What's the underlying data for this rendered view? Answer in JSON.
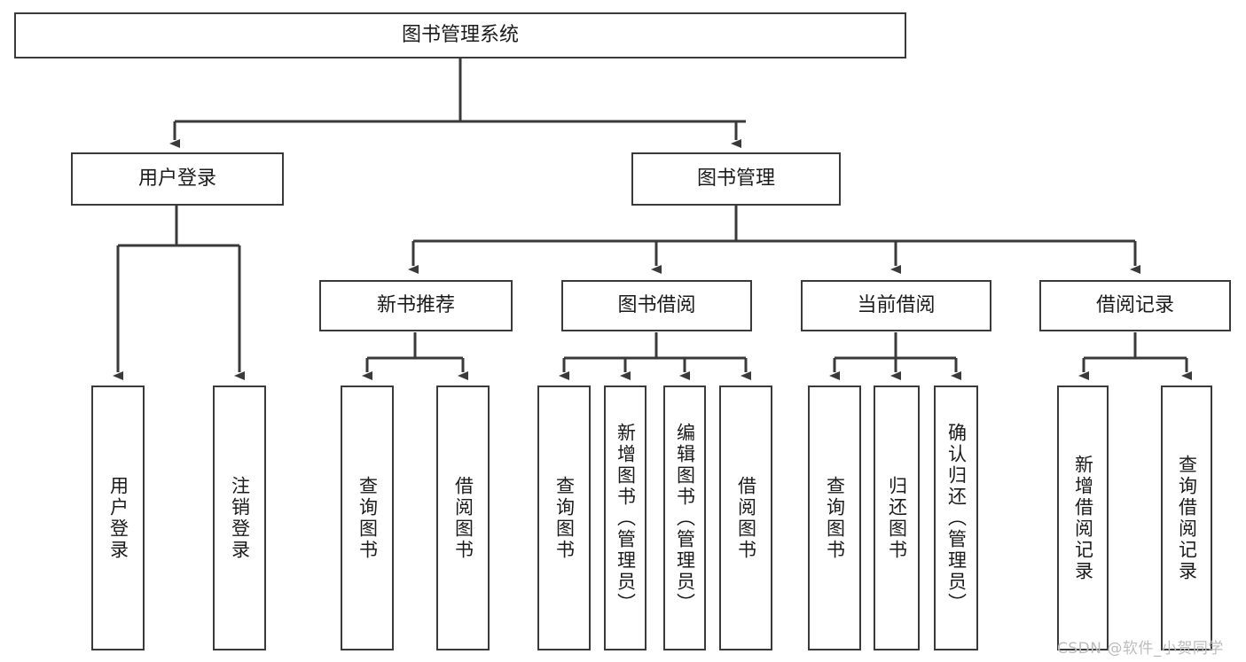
{
  "diagram": {
    "title": "图书管理系统",
    "type": "tree",
    "root": {
      "label": "图书管理系统"
    },
    "level2": [
      {
        "label": "用户登录"
      },
      {
        "label": "图书管理"
      }
    ],
    "level3": [
      {
        "label": "新书推荐"
      },
      {
        "label": "图书借阅"
      },
      {
        "label": "当前借阅"
      },
      {
        "label": "借阅记录"
      }
    ],
    "leaves": {
      "user_login": [
        {
          "label": "用户登录"
        },
        {
          "label": "注销登录"
        }
      ],
      "new_book_recommend": [
        {
          "label": "查询图书"
        },
        {
          "label": "借阅图书"
        }
      ],
      "book_borrow": [
        {
          "label": "查询图书"
        },
        {
          "label": "新增图书（管理员）"
        },
        {
          "label": "编辑图书（管理员）"
        },
        {
          "label": "借阅图书"
        }
      ],
      "current_borrow": [
        {
          "label": "查询图书"
        },
        {
          "label": "归还图书"
        },
        {
          "label": "确认归还（管理员）"
        }
      ],
      "borrow_record": [
        {
          "label": "新增借阅记录"
        },
        {
          "label": "查询借阅记录"
        }
      ]
    }
  },
  "watermark": {
    "text": "CSDN @软件_小贺同学"
  },
  "colors": {
    "stroke": "#3a3a3a",
    "text": "#1b1b1b",
    "background": "#ffffff",
    "watermark": "#bcbcbc"
  }
}
